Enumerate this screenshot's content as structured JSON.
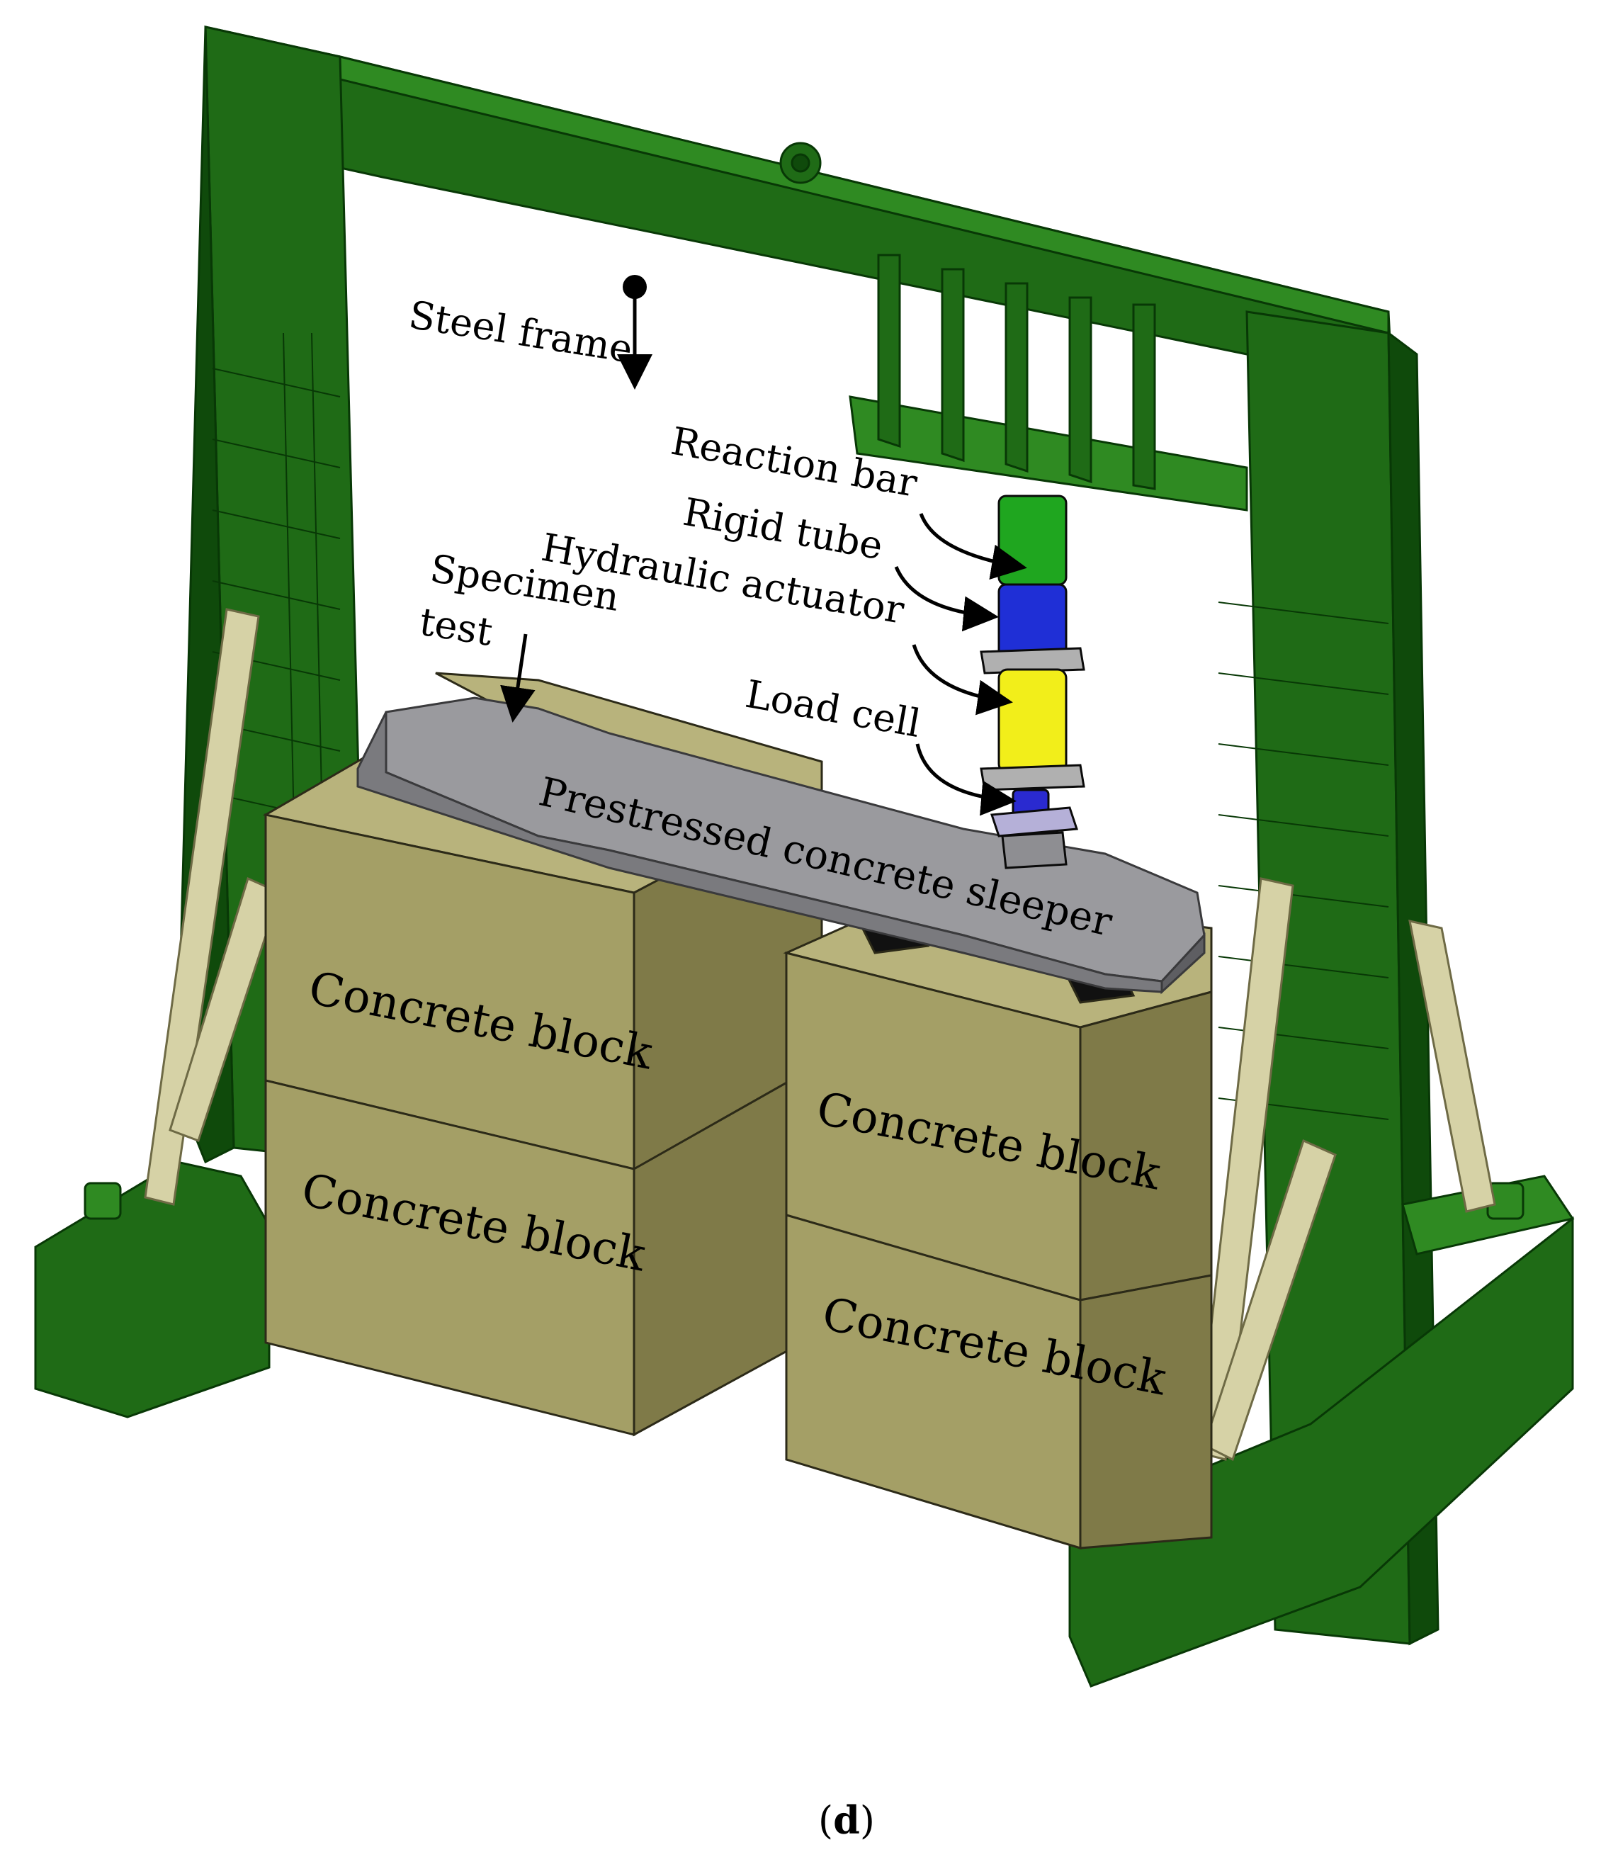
{
  "labels": {
    "steel_frame": "Steel frame",
    "reaction_bar": "Reaction bar",
    "rigid_tube": "Rigid tube",
    "hydraulic_actuator": "Hydraulic actuator",
    "specimen_line1": "Specimen",
    "specimen_line2": "test",
    "load_cell": "Load cell",
    "sleeper": "Prestressed concrete sleeper",
    "block_left_top": "Concrete block",
    "block_left_bottom": "Concrete block",
    "block_right_top": "Concrete block",
    "block_right_bottom": "Concrete block"
  },
  "caption": {
    "open": "(",
    "letter": "d",
    "close": ")"
  },
  "colors": {
    "frame_green": "#1f6b16",
    "frame_dark": "#0f4a0b",
    "frame_light": "#2f8a22",
    "concrete_front": "#a49f66",
    "concrete_side": "#7f7a48",
    "concrete_top": "#b8b37c",
    "sleeper_gray": "#8a8a8e",
    "strut_beige": "#d6d2a6",
    "reaction_bar": "#1fa61f",
    "rigid_tube": "#1f2fd6",
    "actuator": "#f2ee1a",
    "load_cell": "#2a2ad0"
  }
}
